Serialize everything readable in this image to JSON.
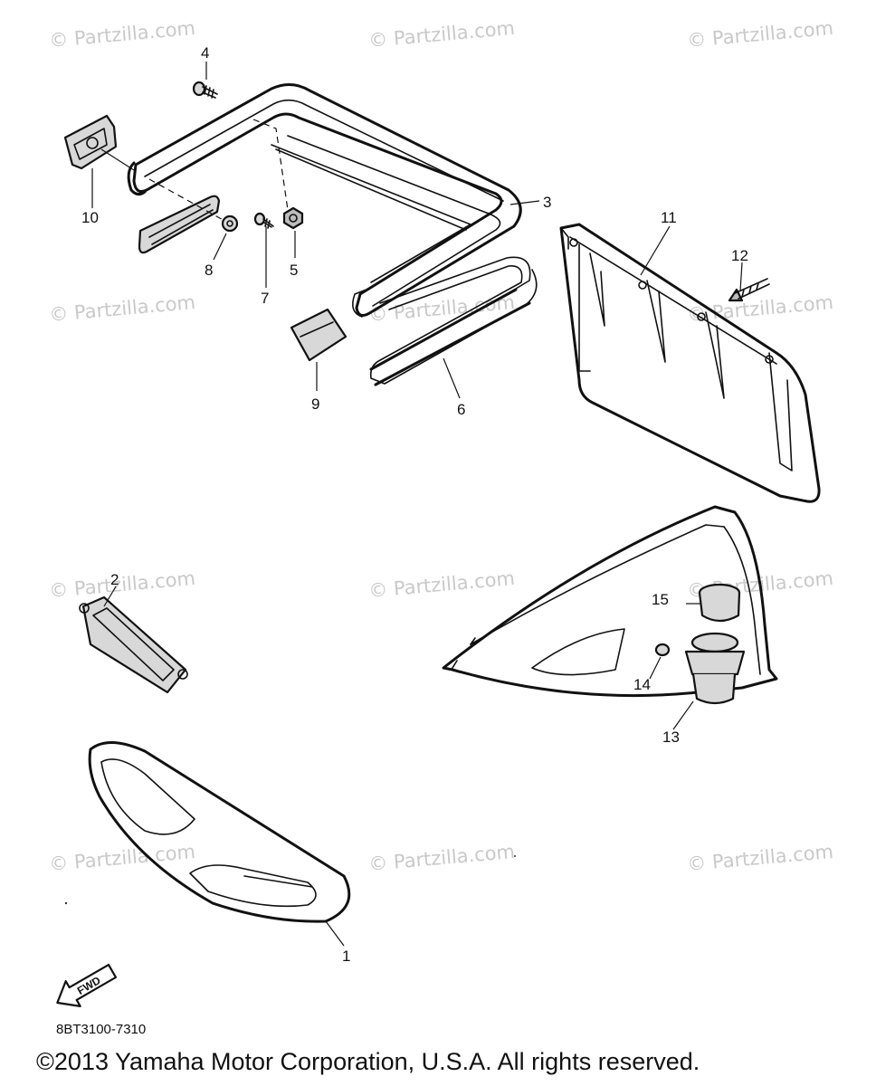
{
  "watermark": "© Partzilla.com",
  "callouts": {
    "c1": "1",
    "c2": "2",
    "c3": "3",
    "c4": "4",
    "c5": "5",
    "c6": "6",
    "c7": "7",
    "c8": "8",
    "c9": "9",
    "c10": "10",
    "c11": "11",
    "c12": "12",
    "c13": "13",
    "c14": "14",
    "c15": "15"
  },
  "fwd_label": "FWD",
  "diagram_code": "8BT3100-7310",
  "copyright": "©2013  Yamaha Motor Corporation, U.S.A. All rights reserved."
}
